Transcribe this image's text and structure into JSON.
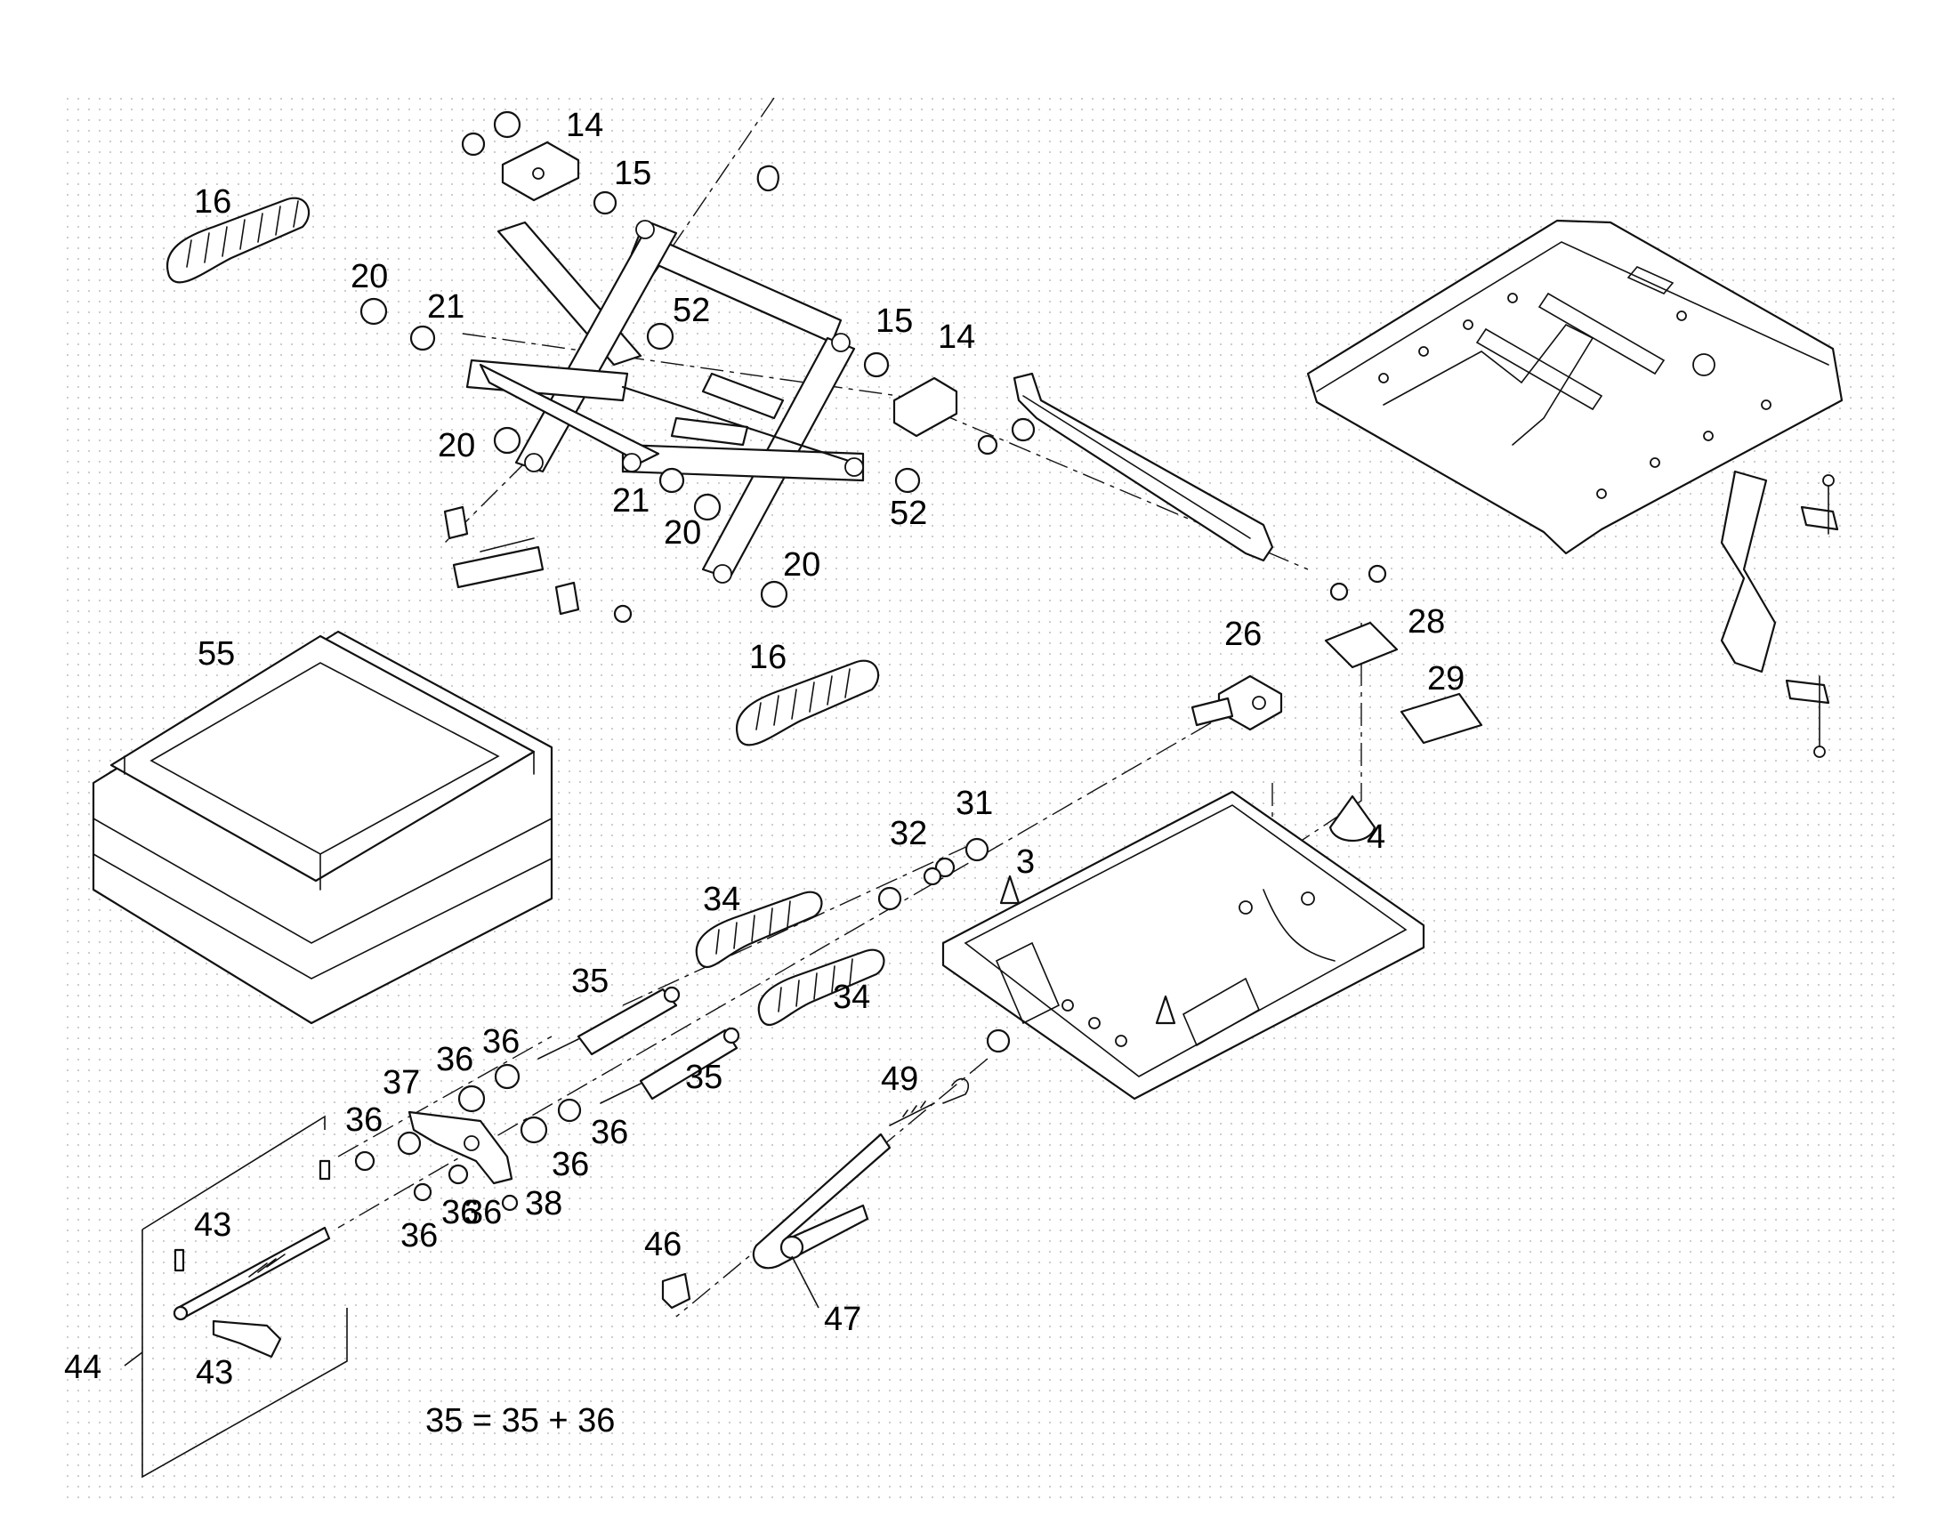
{
  "labels": [
    "14",
    "15",
    "16",
    "20",
    "21",
    "52",
    "15",
    "14",
    "20",
    "21",
    "20",
    "52",
    "20",
    "55",
    "16",
    "26",
    "28",
    "29",
    "31",
    "32",
    "3",
    "4",
    "34",
    "34",
    "35",
    "35",
    "36",
    "36",
    "37",
    "36",
    "36",
    "36",
    "36",
    "38",
    "36",
    "36",
    "43",
    "43",
    "44",
    "49",
    "46",
    "47"
  ],
  "formula": "35 = 35 + 36"
}
